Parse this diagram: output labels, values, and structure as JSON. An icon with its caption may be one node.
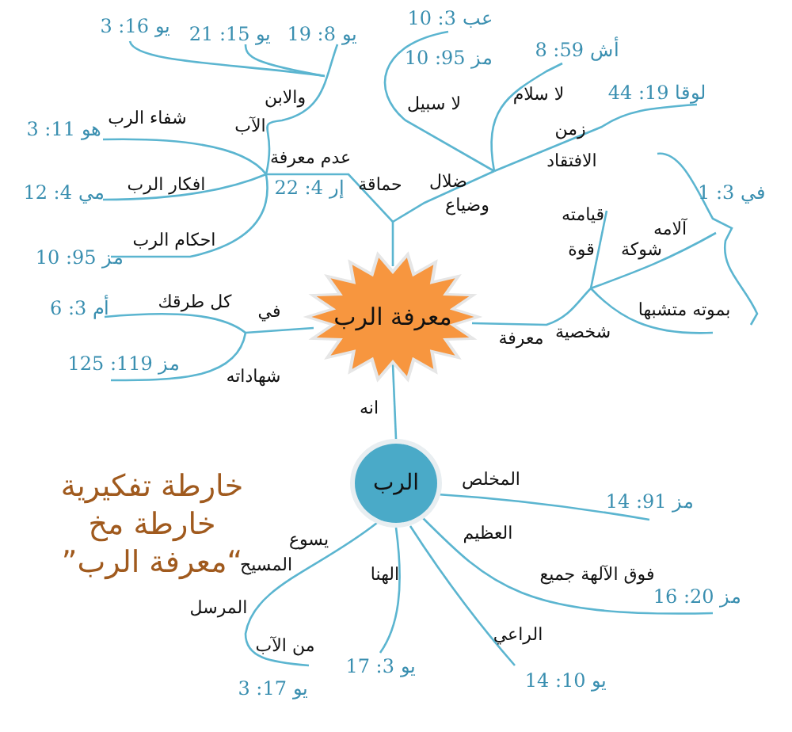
{
  "diagram": {
    "title": "خارطة تفكيرية خارطة مخ “معرفة الرب”",
    "nodes": [
      {
        "text": [
          "معرفة الرب"
        ]
      },
      {
        "text": [
          "الرب"
        ]
      }
    ],
    "edges": [
      {
        "from": 0,
        "to": 1,
        "arrow": "none",
        "label": "انه"
      }
    ],
    "labels": [
      "يو 16: 3",
      "يو 15: 21",
      "يو 8: 19",
      "والابن",
      "الآب",
      "شفاء الرب",
      "هو 11: 3",
      "عدم معرفة",
      "إر 4: 22",
      "افكار الرب",
      "مي 4: 12",
      "احكام الرب",
      "مز 95: 10",
      "حماقة",
      "عب 3: 10",
      "مز 95: 10",
      "لا سبيل",
      "أش 59: 8",
      "لا سلام",
      "لوقا 19: 44",
      "زمن",
      "الافتقاد",
      "ضلال",
      "وضياع",
      "في 3: 1",
      "قيامته",
      "آلامه",
      "شوكة",
      "قوة",
      "بموته متشبها",
      "شخصية",
      "معرفة",
      "كل طرقك",
      "في",
      "أم 3: 6",
      "مز 119: 125",
      "شهاداته",
      "المخلص",
      "مز 91: 14",
      "العظيم",
      "فوق الآلهة جميع",
      "مز 20: 16",
      "يسوع",
      "المسيح",
      "المرسل",
      "الهنا",
      "من الآب",
      "يو 3: 17",
      "الراعي",
      "يو 10: 14",
      "يو 17: 3"
    ]
  }
}
